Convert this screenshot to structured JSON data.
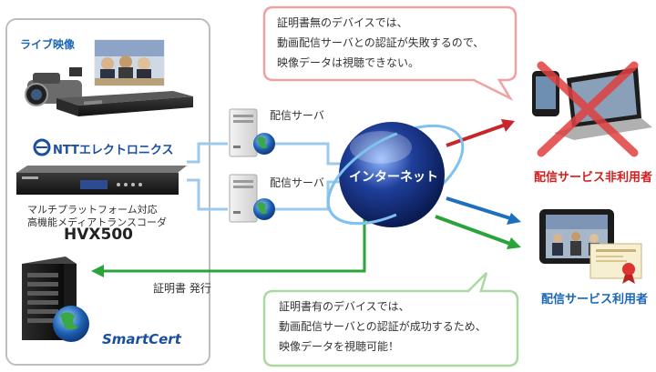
{
  "panel": {
    "live_video_label": "ライブ映像",
    "ntt_logo_text": "NTTエレクトロニクス",
    "product_line1": "マルチプラットフォーム対応",
    "product_line2": "高機能メディアトランスコーダ",
    "product_name": "HVX500",
    "smartcert_logo_text": "SmartCert"
  },
  "network": {
    "server1_label": "配信サーバ",
    "server2_label": "配信サーバ",
    "internet_label": "インターネット",
    "cert_issue_label": "証明書 発行"
  },
  "bubble_fail": {
    "line1": "証明書無のデバイスでは、",
    "line2": "動画配信サーバとの認証が失敗するので、",
    "line3": "映像データは視聴できない。"
  },
  "bubble_success": {
    "line1": "証明書有のデバイスでは、",
    "line2": "動画配信サーバとの認証が成功するため、",
    "line3": "映像データを視聴可能！"
  },
  "users": {
    "non_user_label": "配信サービス非利用者",
    "user_label": "配信サービス利用者"
  },
  "colors": {
    "red_arrow": "#c8262b",
    "blue_arrow": "#1f6fbf",
    "green_arrow": "#2aa33a",
    "link_blue": "#9ec9ea"
  }
}
